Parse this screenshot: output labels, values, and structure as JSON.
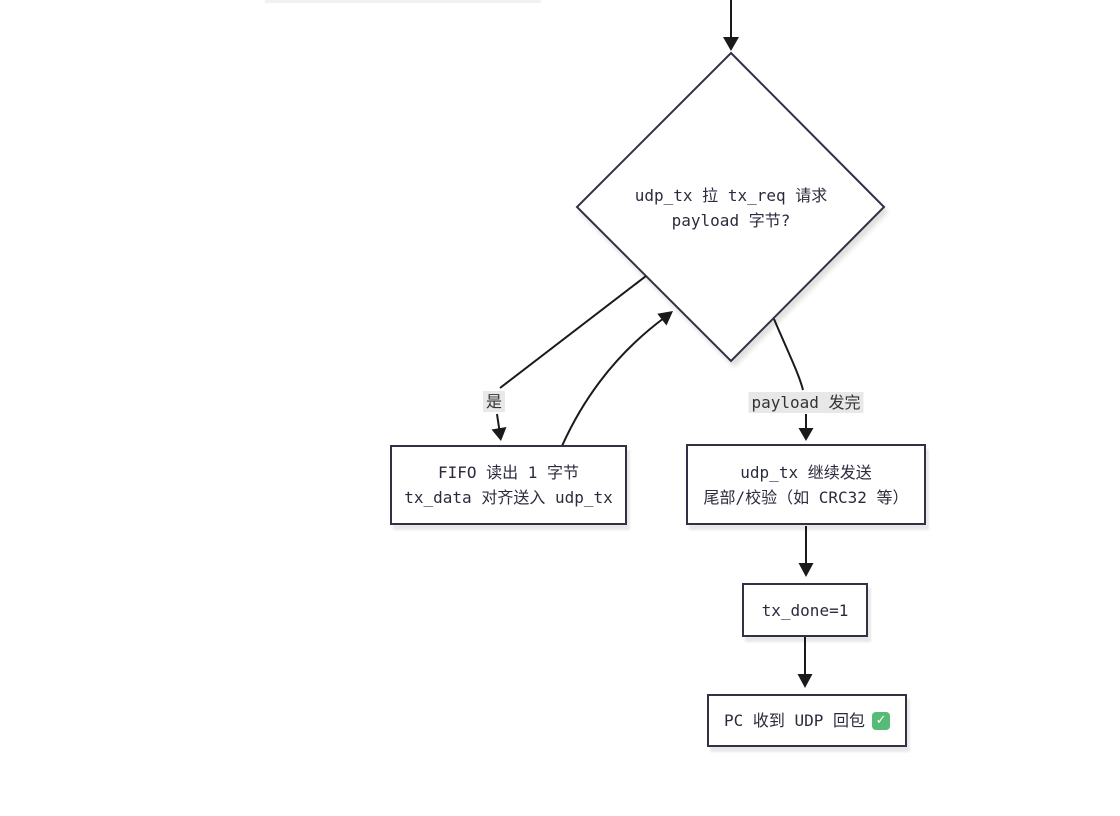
{
  "palette": {
    "background": "#ffffff",
    "node_border": "#333046",
    "node_fill": "#ffffff",
    "node_text": "#2b2b3e",
    "edge_color": "#1a1a1a",
    "edge_label_bg": "#e8e8e8",
    "edge_label_text": "#333333",
    "check_green": "#55bb77",
    "clipped_shadow_gray": "#f1f1f1"
  },
  "nodes": {
    "decision": {
      "lines": [
        "udp_tx 拉 tx_req 请求",
        "payload 字节?"
      ]
    },
    "fifo_read": {
      "lines": [
        "FIFO 读出 1 字节",
        "tx_data 对齐送入 udp_tx"
      ]
    },
    "send_tail": {
      "lines": [
        "udp_tx 继续发送",
        "尾部/校验（如 CRC32 等）"
      ]
    },
    "tx_done": {
      "label": "tx_done=1"
    },
    "pc_recv": {
      "label": "PC 收到 UDP 回包",
      "check_mark": "✓"
    }
  },
  "edges": {
    "yes_label": "是",
    "payload_done_label": "payload 发完"
  }
}
